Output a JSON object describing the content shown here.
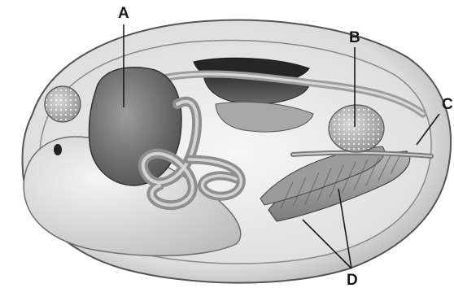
{
  "diagram": {
    "labels": {
      "a": "A",
      "b": "B",
      "c": "C",
      "d": "D"
    }
  }
}
